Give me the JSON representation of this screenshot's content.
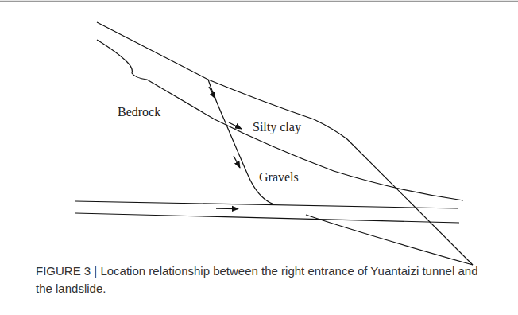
{
  "diagram": {
    "caption": "FIGURE 3 | Location relationship between the right entrance of Yuantaizi tunnel and the landslide.",
    "labels": [
      "Bedrock",
      "Silty clay",
      "Gravels"
    ]
  }
}
